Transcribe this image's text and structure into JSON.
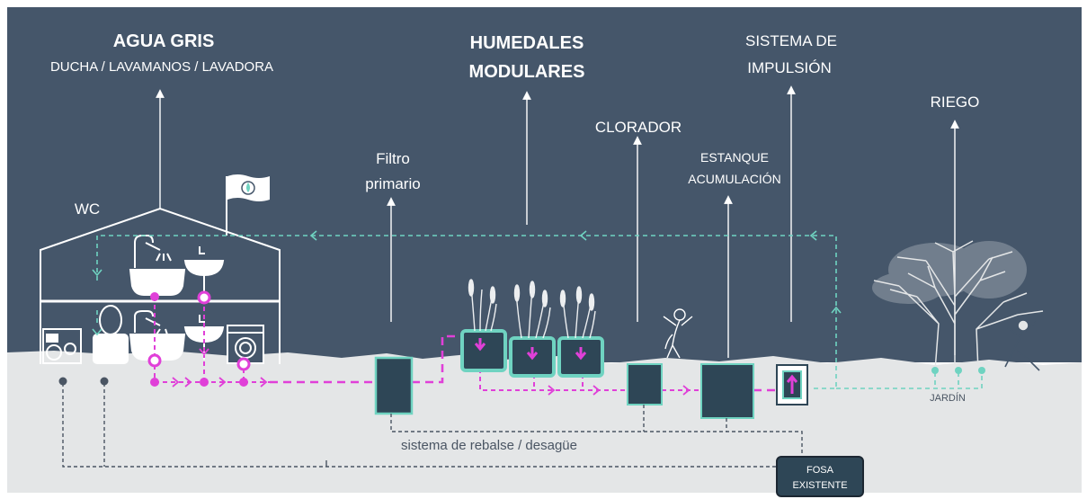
{
  "labels": {
    "agua_gris_title": "AGUA GRIS",
    "agua_gris_sub": "DUCHA / LAVAMANOS / LAVADORA",
    "humedales_1": "HUMEDALES",
    "humedales_2": "MODULARES",
    "sistema_1": "SISTEMA DE",
    "sistema_2": "IMPULSIÓN",
    "riego": "RIEGO",
    "clorador": "CLORADOR",
    "estanque_1": "ESTANQUE",
    "estanque_2": "ACUMULACIÓN",
    "filtro_1": "Filtro",
    "filtro_2": "primario",
    "wc": "WC",
    "jardin": "JARDÍN",
    "rebalse": "sistema de rebalse / desagüe",
    "fosa_1": "FOSA",
    "fosa_2": "EXISTENTE"
  },
  "colors": {
    "sky": "#45566a",
    "ground": "#e4e6e7",
    "tank_fill": "#2e4656",
    "tank_border": "#6fd3c1",
    "greywater_line": "#e040d8",
    "return_line": "#6fd3c1",
    "drain_line": "#4a5563"
  },
  "icons": [
    "flag-logo-icon",
    "shower-icon",
    "sink-icon",
    "toilet-icon",
    "washing-machine-icon",
    "dishwasher-icon",
    "tree-icon",
    "person-icon",
    "pump-arrow-icon"
  ]
}
